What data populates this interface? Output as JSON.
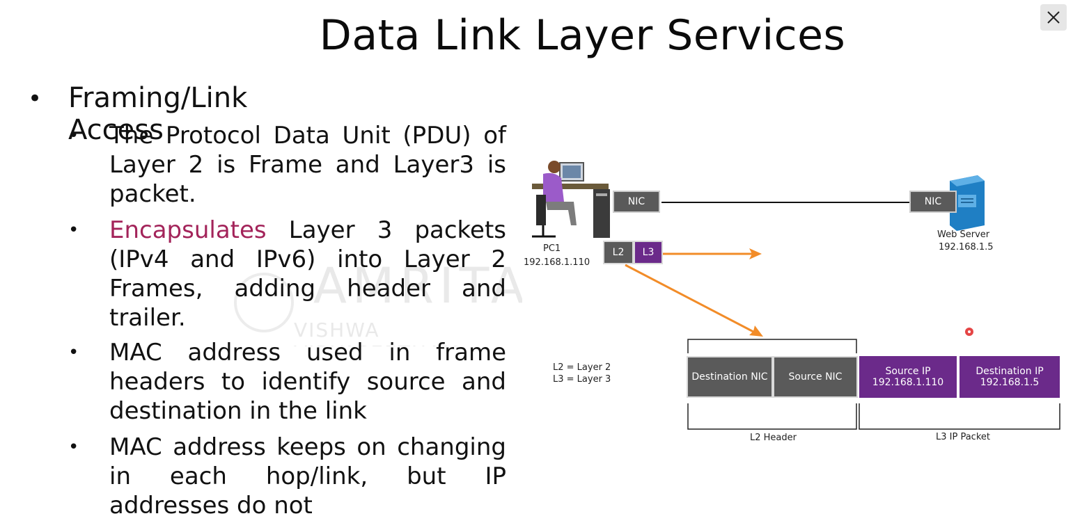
{
  "slide": {
    "title": "Data Link Layer Services"
  },
  "bullets": {
    "main": "Framing/Link Access",
    "sub": [
      {
        "prefix": "",
        "text": "The Protocol Data Unit (PDU) of Layer 2 is Frame and Layer3 is packet."
      },
      {
        "prefix": "Encapsulates",
        "text": " Layer 3 packets (IPv4 and IPv6) into Layer 2 Frames, adding header and trailer."
      },
      {
        "prefix": "",
        "text": "MAC address used in frame headers to identify source and destination in the link"
      },
      {
        "prefix": "",
        "text": "MAC address keeps on changing in each hop/link, but IP addresses do not"
      }
    ]
  },
  "watermark": {
    "line1": "AMRITA",
    "line2": "VISHWA VIDYAPEETHAM"
  },
  "diagram": {
    "pc": {
      "name": "PC1",
      "ip": "192.168.1.110"
    },
    "server": {
      "name": "Web Server",
      "ip": "192.168.1.5"
    },
    "nic_left": "NIC",
    "nic_right": "NIC",
    "pdu": {
      "l2": "L2",
      "l3": "L3"
    },
    "legend": {
      "l2": "L2 = Layer 2",
      "l3": "L3 = Layer 3"
    },
    "frame": {
      "dest_nic": "Destination NIC",
      "src_nic": "Source NIC",
      "src_ip_label": "Source IP",
      "src_ip": "192.168.1.110",
      "dest_ip_label": "Destination IP",
      "dest_ip": "192.168.1.5",
      "l2_header": "L2 Header",
      "l3_packet": "L3 IP Packet"
    },
    "colors": {
      "orange": "#f28c28",
      "purple": "#6b2a8a",
      "gray": "#5a5a5a",
      "server": "#1f7fc4"
    }
  },
  "icons": {
    "close": "close-icon",
    "pc": "pc-user-icon",
    "server": "server-icon",
    "cursor": "pointer-dot-icon"
  }
}
